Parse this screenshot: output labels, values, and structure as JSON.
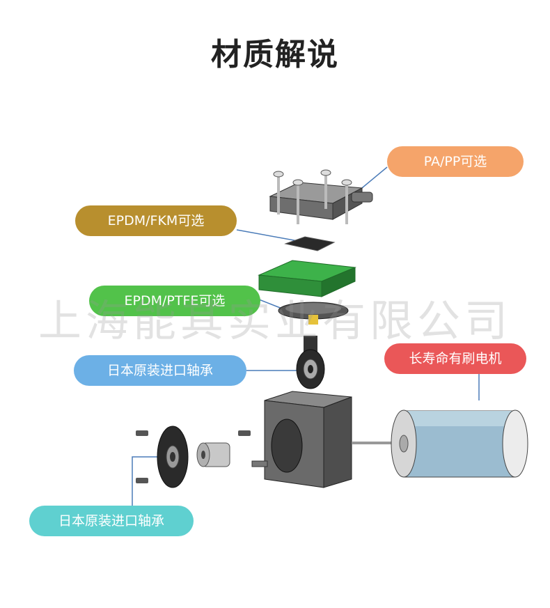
{
  "title": "材质解说",
  "watermark": "上海能其实业有限公司",
  "labels": {
    "head_material": "PA/PP可选",
    "gasket_material": "EPDM/FKM可选",
    "diaphragm_material": "EPDM/PTFE可选",
    "bearing_upper": "日本原装进口轴承",
    "motor": "长寿命有刷电机",
    "bearing_lower": "日本原装进口轴承"
  },
  "colors": {
    "head_pill": "#f5a46a",
    "gasket_pill": "#b88f2e",
    "diaphragm_pill": "#52c24a",
    "bearing_pill": "#6cb0e6",
    "motor_pill": "#ea5758",
    "bearing2_pill": "#5fd0d0"
  }
}
